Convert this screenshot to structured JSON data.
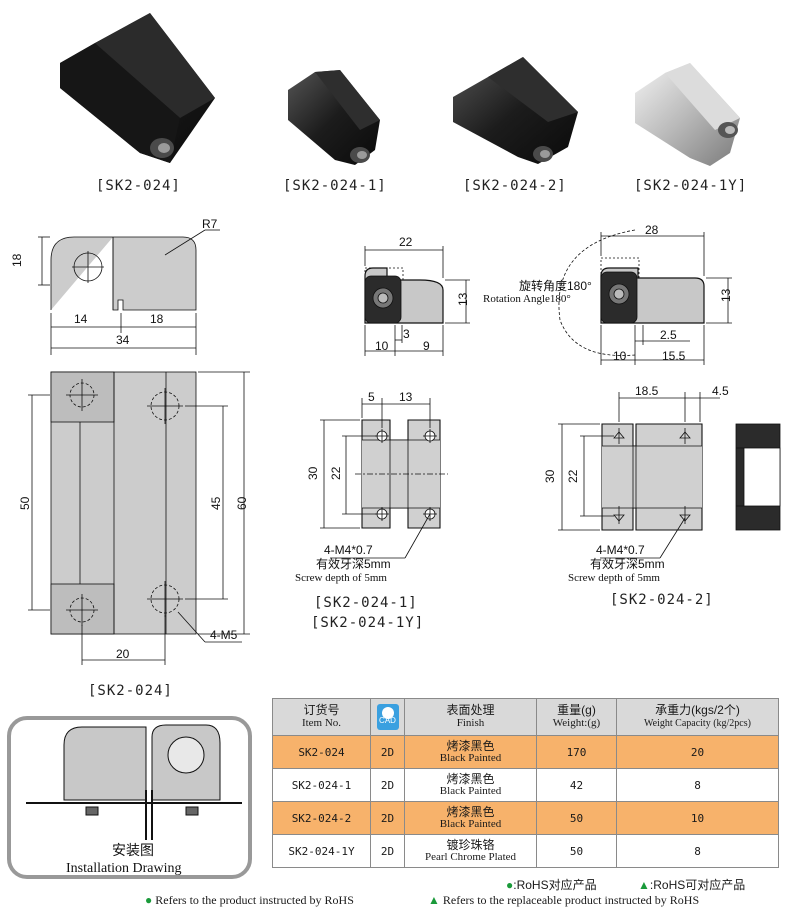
{
  "photos": [
    {
      "caption": "[SK2-024]",
      "finish": "black"
    },
    {
      "caption": "[SK2-024-1]",
      "finish": "black"
    },
    {
      "caption": "[SK2-024-2]",
      "finish": "black"
    },
    {
      "caption": "[SK2-024-1Y]",
      "finish": "chrome"
    }
  ],
  "drawing_main": {
    "r_label": "R7",
    "d18v": "18",
    "d14": "14",
    "d18h": "18",
    "d34": "34",
    "d50": "50",
    "d45": "45",
    "d60": "60",
    "d20": "20",
    "hole_label": "4-M5",
    "caption": "[SK2-024]"
  },
  "drawing_side1": {
    "d22": "22",
    "d13": "13",
    "d3": "3",
    "d10": "10",
    "d9": "9"
  },
  "drawing_side2": {
    "d28": "28",
    "d13": "13",
    "d2_5": "2.5",
    "d10": "10",
    "d15_5": "15.5",
    "rot_cn": "旋转角度180°",
    "rot_en": "Rotation Angle180°"
  },
  "drawing_front1": {
    "d5": "5",
    "d13": "13",
    "d30": "30",
    "d22": "22",
    "screw": "4-M4*0.7",
    "depth_cn": "有效牙深5mm",
    "depth_en": "Screw depth of 5mm",
    "caption1": "[SK2-024-1]",
    "caption2": "[SK2-024-1Y]"
  },
  "drawing_front2": {
    "d18_5": "18.5",
    "d4_5": "4.5",
    "d30": "30",
    "d22": "22",
    "screw": "4-M4*0.7",
    "depth_cn": "有效牙深5mm",
    "depth_en": "Screw depth of 5mm",
    "caption": "[SK2-024-2]"
  },
  "install": {
    "label_cn": "安装图",
    "label_en": "Installation Drawing"
  },
  "table": {
    "headers": [
      {
        "cn": "订货号",
        "en": "Item No."
      },
      {
        "cn": "",
        "en": "CAD"
      },
      {
        "cn": "表面处理",
        "en": "Finish"
      },
      {
        "cn": "重量(g)",
        "en": "Weight:(g)"
      },
      {
        "cn": "承重力(kgs/2个)",
        "en": "Weight Capacity (kg/2pcs)"
      }
    ],
    "rows": [
      {
        "item": "SK2-024",
        "cad": "2D",
        "finish_cn": "烤漆黑色",
        "finish_en": "Black Painted",
        "weight": "170",
        "capacity": "20",
        "highlight": true
      },
      {
        "item": "SK2-024-1",
        "cad": "2D",
        "finish_cn": "烤漆黑色",
        "finish_en": "Black Painted",
        "weight": "42",
        "capacity": "8",
        "highlight": false
      },
      {
        "item": "SK2-024-2",
        "cad": "2D",
        "finish_cn": "烤漆黑色",
        "finish_en": "Black Painted",
        "weight": "50",
        "capacity": "10",
        "highlight": true
      },
      {
        "item": "SK2-024-1Y",
        "cad": "2D",
        "finish_cn": "镀珍珠铬",
        "finish_en": "Pearl Chrome Plated",
        "weight": "50",
        "capacity": "8",
        "highlight": false
      }
    ]
  },
  "legend": {
    "rohs_cn": ":RoHS对应产品",
    "rohs_replace_cn": ":RoHS可对应产品",
    "rohs_en": "Refers to the product instructed by RoHS",
    "rohs_replace_en": "Refers to the replaceable product instructed by RoHS"
  },
  "colors": {
    "circle": "#1a9a3a",
    "triangle": "#1a9a3a",
    "highlight": "#f7b26b",
    "header": "#d9d9d9",
    "part": "#c8c8c8"
  }
}
